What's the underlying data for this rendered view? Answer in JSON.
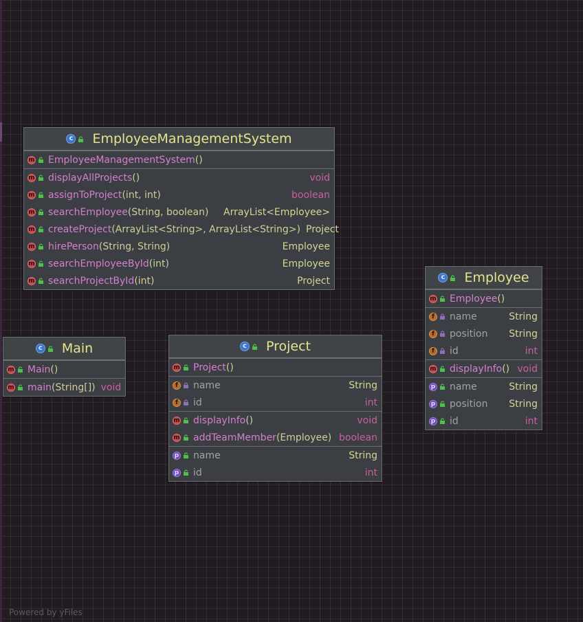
{
  "footer": {
    "brand": "Powered by yFiles"
  },
  "classes": {
    "ems": {
      "title": "EmployeeManagementSystem",
      "constructor": {
        "name": "EmployeeManagementSystem",
        "params": "()"
      },
      "methods": [
        {
          "name": "displayAllProjects",
          "params": "()",
          "type": "void"
        },
        {
          "name": "assignToProject",
          "params": "(int, int)",
          "type": "boolean"
        },
        {
          "name": "searchEmployee",
          "params": "(String, boolean)",
          "type": "ArrayList<Employee>"
        },
        {
          "name": "createProject",
          "params": "(ArrayList<String>, ArrayList<String>)",
          "type": "Project"
        },
        {
          "name": "hirePerson",
          "params": "(String, String)",
          "type": "Employee"
        },
        {
          "name": "searchEmployeeById",
          "params": "(int)",
          "type": "Employee"
        },
        {
          "name": "searchProjectById",
          "params": "(int)",
          "type": "Project"
        }
      ]
    },
    "main": {
      "title": "Main",
      "constructor": {
        "name": "Main",
        "params": "()"
      },
      "methods": [
        {
          "name": "main",
          "params": "(String[])",
          "type": "void"
        }
      ]
    },
    "project": {
      "title": "Project",
      "constructor": {
        "name": "Project",
        "params": "()"
      },
      "fields": [
        {
          "name": "name",
          "type": "String"
        },
        {
          "name": "id",
          "type": "int"
        }
      ],
      "methods": [
        {
          "name": "displayInfo",
          "params": "()",
          "type": "void"
        },
        {
          "name": "addTeamMember",
          "params": "(Employee)",
          "type": "boolean"
        }
      ],
      "properties": [
        {
          "name": "name",
          "type": "String"
        },
        {
          "name": "id",
          "type": "int"
        }
      ]
    },
    "employee": {
      "title": "Employee",
      "constructor": {
        "name": "Employee",
        "params": "()"
      },
      "fields": [
        {
          "name": "name",
          "type": "String"
        },
        {
          "name": "position",
          "type": "String"
        },
        {
          "name": "id",
          "type": "int"
        }
      ],
      "methods": [
        {
          "name": "displayInfo",
          "params": "()",
          "type": "void"
        }
      ],
      "properties": [
        {
          "name": "name",
          "type": "String"
        },
        {
          "name": "position",
          "type": "String"
        },
        {
          "name": "id",
          "type": "int"
        }
      ]
    }
  }
}
